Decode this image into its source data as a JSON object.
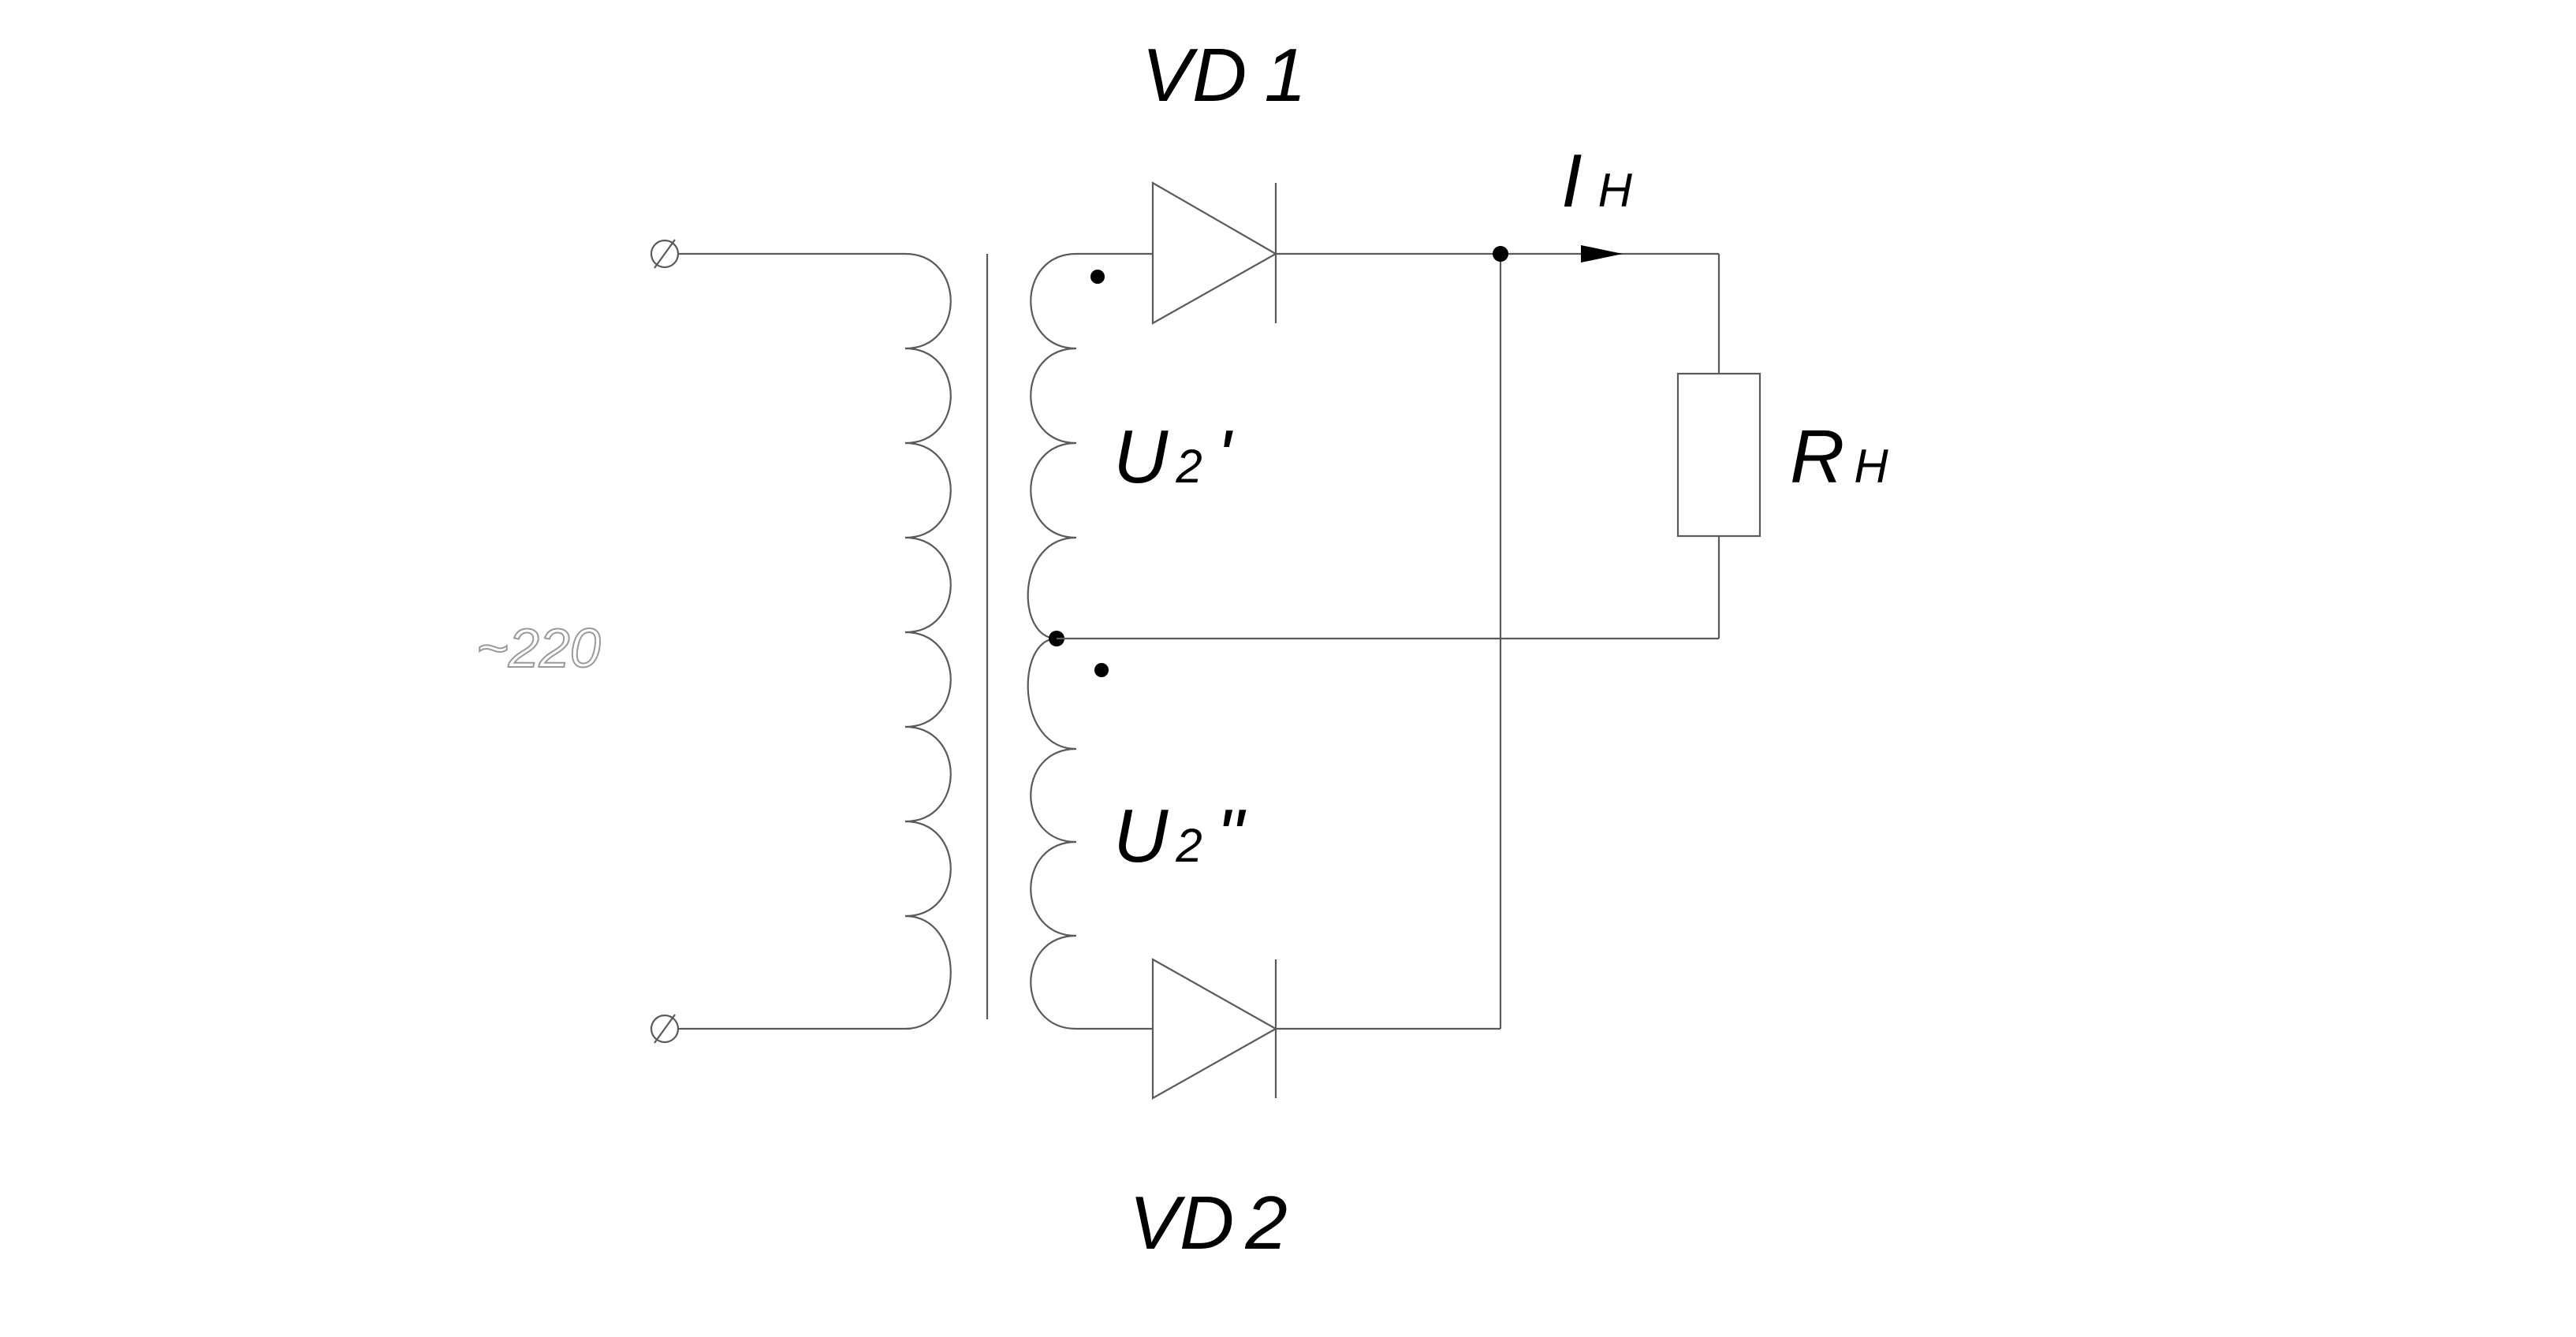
{
  "labels": {
    "vd1": {
      "main": "VD",
      "suffix": "1"
    },
    "vd2": {
      "main": "VD",
      "suffix": "2"
    },
    "i_load": {
      "main": "I",
      "sub": "Н"
    },
    "r_load": {
      "main": "R",
      "sub": "Н"
    },
    "u2_prime": {
      "main": "U",
      "sub": "2",
      "mark": "'"
    },
    "u2_double_prime": {
      "main": "U",
      "sub": "2",
      "mark": "\""
    },
    "mains": "~220"
  },
  "colors": {
    "wire": "#5a5a5a",
    "text": "#000000",
    "mains_text": "#9a9a9a"
  }
}
